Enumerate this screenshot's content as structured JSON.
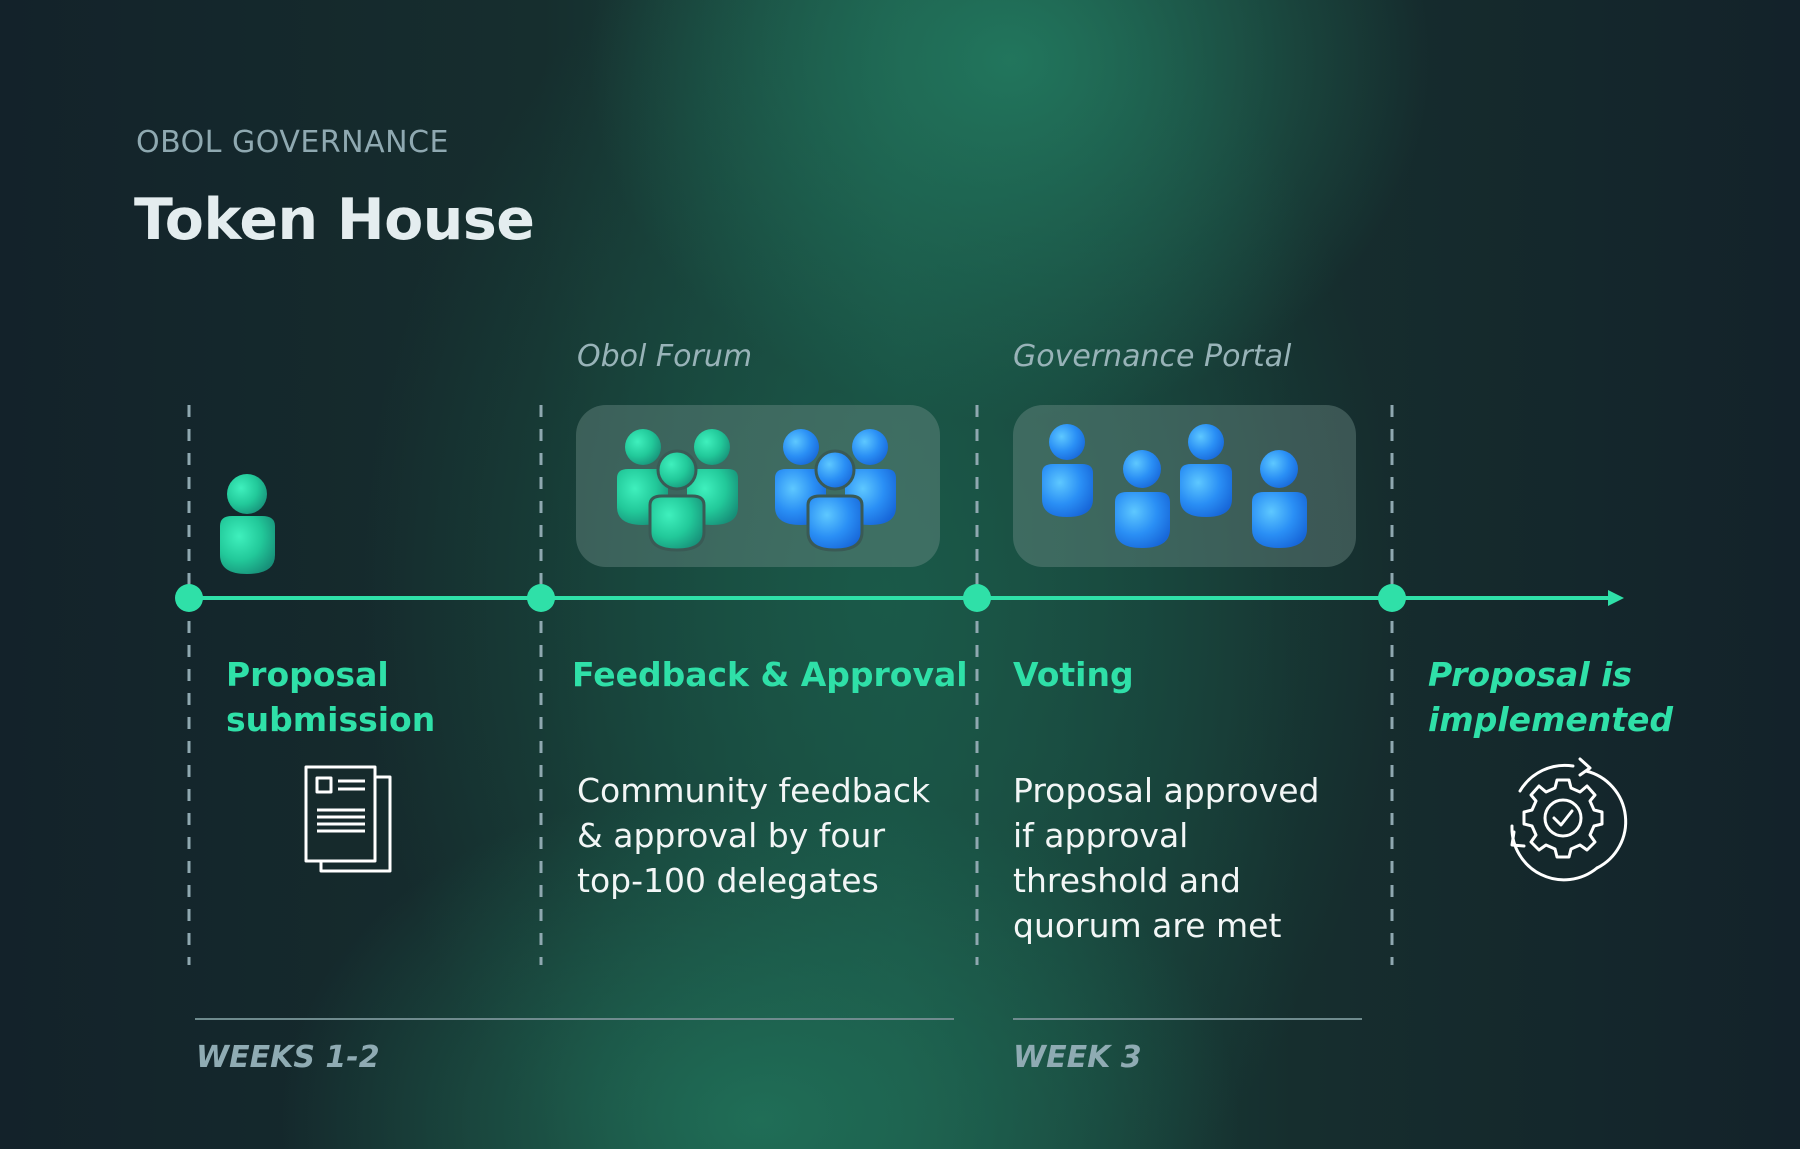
{
  "header": {
    "eyebrow": "OBOL GOVERNANCE",
    "title": "Token House"
  },
  "platforms": [
    {
      "label": "Obol Forum"
    },
    {
      "label": "Governance Portal"
    }
  ],
  "phases": [
    {
      "title_lines": [
        "Proposal",
        "submission"
      ],
      "icon": "document-icon"
    },
    {
      "title_lines": [
        "Feedback & Approval"
      ],
      "description_lines": [
        "Community feedback",
        "& approval by four",
        "top-100 delegates"
      ],
      "icon": "group-icon"
    },
    {
      "title_lines": [
        "Voting"
      ],
      "description_lines": [
        "Proposal approved",
        "if approval",
        "threshold and",
        "quorum are met"
      ],
      "icon": "voters-icon"
    },
    {
      "title_lines": [
        "Proposal is",
        "implemented"
      ],
      "icon": "gear-check-cycle-icon"
    }
  ],
  "periods": [
    {
      "label": "WEEKS 1-2"
    },
    {
      "label": "WEEK 3"
    }
  ],
  "colors": {
    "accent": "#2fe0a8",
    "teal_person": "#22c99a",
    "blue_person": "#2a8ff5",
    "muted": "#8fa9b1",
    "background_dark": "#13222a",
    "background_glow": "#1f6d57"
  }
}
